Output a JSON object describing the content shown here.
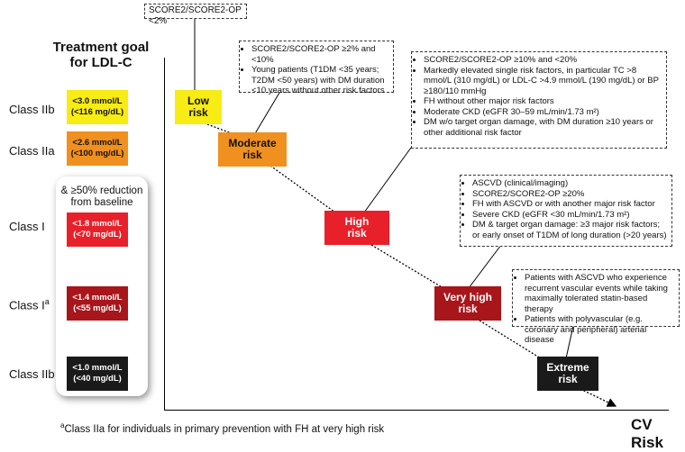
{
  "heading": {
    "line1": "Treatment goal",
    "line2": "for LDL-C"
  },
  "classes": [
    {
      "label": "Class IIb",
      "sup": "",
      "target1": "<3.0 mmol/L",
      "target2": "(<116 mg/dL)",
      "color": "#f7ec13",
      "text_color": "#111111"
    },
    {
      "label": "Class IIa",
      "sup": "",
      "target1": "<2.6 mmol/L",
      "target2": "(<100 mg/dL)",
      "color": "#f0901e",
      "text_color": "#111111"
    },
    {
      "label": "Class I",
      "sup": "",
      "target1": "<1.8 mmol/L",
      "target2": "(<70 mg/dL)",
      "color": "#e8202a",
      "text_color": "#ffffff"
    },
    {
      "label": "Class I",
      "sup": "a",
      "target1": "<1.4 mmol/L",
      "target2": "(<55 mg/dL)",
      "color": "#a8151b",
      "text_color": "#ffffff"
    },
    {
      "label": "Class IIb",
      "sup": "",
      "target1": "<1.0 mmol/L",
      "target2": "(<40 mg/dL)",
      "color": "#1a1a1a",
      "text_color": "#ffffff"
    }
  ],
  "reduction_text": "& ≥50% reduction from baseline",
  "risk_levels": [
    {
      "line1": "Low",
      "line2": "risk",
      "color": "#f7ec13",
      "text_color": "#111111"
    },
    {
      "line1": "Moderate",
      "line2": "risk",
      "color": "#f0901e",
      "text_color": "#111111"
    },
    {
      "line1": "High",
      "line2": "risk",
      "color": "#e8202a",
      "text_color": "#ffffff"
    },
    {
      "line1": "Very high",
      "line2": "risk",
      "color": "#a8151b",
      "text_color": "#ffffff"
    },
    {
      "line1": "Extreme",
      "line2": "risk",
      "color": "#1a1a1a",
      "text_color": "#ffffff"
    }
  ],
  "criteria": {
    "low": "SCORE2/SCORE2-OP <2%",
    "moderate": [
      "SCORE2/SCORE2-OP ≥2% and <10%",
      "Young patients (T1DM <35 years; T2DM <50 years) with DM duration <10 years without other risk factors"
    ],
    "high": [
      "SCORE2/SCORE2-OP ≥10% and <20%",
      "Markedly elevated single risk factors, in particular TC >8 mmol/L (310 mg/dL) or LDL-C >4.9 mmol/L (190 mg/dL) or BP ≥180/110 mmHg",
      "FH without other major risk factors",
      "Moderate CKD (eGFR 30–59 mL/min/1.73 m²)",
      "DM w/o target organ damage, with DM duration ≥10 years or other additional risk factor"
    ],
    "very_high": [
      "ASCVD (clinical/imaging)",
      "SCORE2/SCORE2-OP ≥20%",
      "FH with ASCVD or with another major risk factor",
      "Severe CKD (eGFR <30 mL/min/1.73 m²)",
      "DM & target organ damage: ≥3 major risk factors; or early onset of T1DM of long duration (>20 years)"
    ],
    "extreme": [
      "Patients with ASCVD who experience recurrent vascular events while taking maximally tolerated statin-based therapy",
      "Patients with polyvascular (e.g. coronary and peripheral) arterial disease"
    ]
  },
  "footnote": {
    "sup": "a",
    "text": "Class IIa for individuals in primary prevention with FH at very high risk"
  },
  "axis_label": "CV Risk"
}
